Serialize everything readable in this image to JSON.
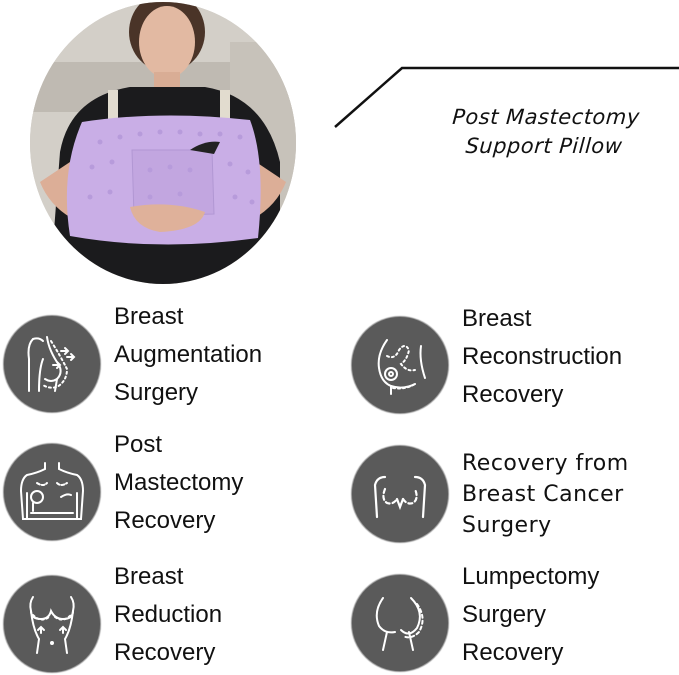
{
  "product": {
    "title_lines": [
      "Post Mastectomy",
      "Support Pillow"
    ],
    "photo_description": "woman holding lavender minky-dot pillow with pocket and shoulder straps",
    "colors": {
      "icon_circle": "#5a5a5a",
      "icon_stroke": "#ffffff",
      "pillow": "#c9aee6",
      "text": "#111111",
      "title_line": "#111111"
    }
  },
  "features": [
    {
      "icon": "breast-augmentation-icon",
      "lines": [
        "Breast",
        "Augmentation",
        "Surgery"
      ]
    },
    {
      "icon": "breast-reconstruction-icon",
      "lines": [
        "Breast",
        "Reconstruction",
        "Recovery"
      ]
    },
    {
      "icon": "post-mastectomy-icon",
      "lines": [
        "Post",
        "Mastectomy",
        "Recovery"
      ]
    },
    {
      "icon": "breast-cancer-surgery-icon",
      "lines": [
        "Recovery from",
        "Breast Cancer",
        "Surgery"
      ]
    },
    {
      "icon": "breast-reduction-icon",
      "lines": [
        "Breast",
        "Reduction",
        "Recovery"
      ]
    },
    {
      "icon": "lumpectomy-icon",
      "lines": [
        "Lumpectomy",
        "Surgery",
        "Recovery"
      ]
    }
  ]
}
